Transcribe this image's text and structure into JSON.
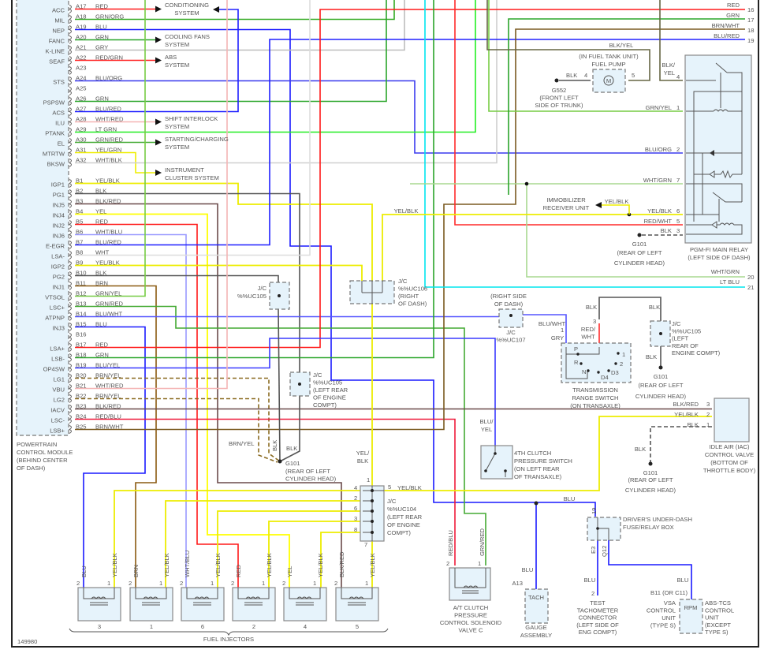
{
  "wire_colors": {
    "RED": "#ff1a1a",
    "GRN/ORG": "#33aa22",
    "BLU": "#1a1aff",
    "GRN": "#2aa52a",
    "GRY": "#bdbdbd",
    "RED/GRN": "#ff2020",
    "BLU/ORG": "#3a3aee",
    "BLU/RED": "#2020ff",
    "WHT/RED": "#f4b4b4",
    "LT GRN": "#22ee22",
    "GRN/RED": "#44aa33",
    "YEL/GRN": "#eeee00",
    "WHT/BLK": "#cfcfcf",
    "YEL/BLK": "#eded00",
    "BLK": "#555555",
    "BLK/RED": "#6a4a4a",
    "YEL": "#ffff00",
    "WHT/BLU": "#9a9aff",
    "WHT": "#dddddd",
    "BRN": "#8a5a10",
    "GRN/YEL": "#77cc44",
    "BLU/WHT": "#5555ff",
    "BRN/YEL": "#8a6a20",
    "BLU/YEL": "#3a3aff",
    "BLK/YEL": "#666644",
    "RED/BLU": "#ee1a3a",
    "BRN/WHT": "#7a5a20",
    "WHT/GRN": "#a8d890",
    "LT BLU": "#00e5ee",
    "RED/WHT": "#ff2a2a"
  },
  "pcm": {
    "pins": [
      {
        "pin": "A17",
        "signal": "ACC",
        "wire": "RED"
      },
      {
        "pin": "A18",
        "signal": "MIL",
        "wire": "GRN/ORG"
      },
      {
        "pin": "A19",
        "signal": "NEP",
        "wire": "BLU"
      },
      {
        "pin": "A20",
        "signal": "FANC",
        "wire": "GRN"
      },
      {
        "pin": "A21",
        "signal": "K-LINE",
        "wire": "GRY"
      },
      {
        "pin": "A22",
        "signal": "SEAF",
        "wire": "RED/GRN"
      },
      {
        "pin": "A23",
        "signal": "",
        "wire": ""
      },
      {
        "pin": "A24",
        "signal": "STS",
        "wire": "BLU/ORG"
      },
      {
        "pin": "A25",
        "signal": "",
        "wire": ""
      },
      {
        "pin": "A26",
        "signal": "PSPSW",
        "wire": "GRN"
      },
      {
        "pin": "A27",
        "signal": "ACS",
        "wire": "BLU/RED"
      },
      {
        "pin": "A28",
        "signal": "ILU",
        "wire": "WHT/RED"
      },
      {
        "pin": "A29",
        "signal": "PTANK",
        "wire": "LT GRN"
      },
      {
        "pin": "A30",
        "signal": "EL",
        "wire": "GRN/RED"
      },
      {
        "pin": "A31",
        "signal": "MTRTW",
        "wire": "YEL/GRN"
      },
      {
        "pin": "A32",
        "signal": "BKSW",
        "wire": "WHT/BLK"
      },
      {
        "pin": "B1",
        "signal": "IGP1",
        "wire": "YEL/BLK"
      },
      {
        "pin": "B2",
        "signal": "PG1",
        "wire": "BLK"
      },
      {
        "pin": "B3",
        "signal": "INJ5",
        "wire": "BLK/RED"
      },
      {
        "pin": "B4",
        "signal": "INJ4",
        "wire": "YEL"
      },
      {
        "pin": "B5",
        "signal": "INJ2",
        "wire": "RED"
      },
      {
        "pin": "B6",
        "signal": "INJ6",
        "wire": "WHT/BLU"
      },
      {
        "pin": "B7",
        "signal": "E-EGR",
        "wire": "BLU/RED"
      },
      {
        "pin": "B8",
        "signal": "LSA-",
        "wire": "WHT"
      },
      {
        "pin": "B9",
        "signal": "IGP2",
        "wire": "YEL/BLK"
      },
      {
        "pin": "B10",
        "signal": "PG2",
        "wire": "BLK"
      },
      {
        "pin": "B11",
        "signal": "INJ1",
        "wire": "BRN"
      },
      {
        "pin": "B12",
        "signal": "VTSOL",
        "wire": "GRN/YEL"
      },
      {
        "pin": "B13",
        "signal": "LSC+",
        "wire": "GRN/RED"
      },
      {
        "pin": "B14",
        "signal": "ATPNP",
        "wire": "BLU/WHT"
      },
      {
        "pin": "B15",
        "signal": "INJ3",
        "wire": "BLU"
      },
      {
        "pin": "B16",
        "signal": "",
        "wire": ""
      },
      {
        "pin": "B17",
        "signal": "LSA+",
        "wire": "RED"
      },
      {
        "pin": "B18",
        "signal": "LSB-",
        "wire": "GRN"
      },
      {
        "pin": "B19",
        "signal": "OP4SW",
        "wire": "BLU/YEL"
      },
      {
        "pin": "B20",
        "signal": "LG1",
        "wire": "BRN/YEL"
      },
      {
        "pin": "B21",
        "signal": "VBU",
        "wire": "WHT/RED"
      },
      {
        "pin": "B22",
        "signal": "LG2",
        "wire": "BRN/YEL"
      },
      {
        "pin": "B23",
        "signal": "IACV",
        "wire": "BLK/RED"
      },
      {
        "pin": "B24",
        "signal": "LSC-",
        "wire": "RED/BLU"
      },
      {
        "pin": "B25",
        "signal": "LSB+",
        "wire": "BRN/WHT"
      }
    ],
    "label": [
      "POWERTRAIN",
      "CONTROL MODULE",
      "(BEHIND CENTER",
      "OF DASH)"
    ]
  },
  "systems": {
    "ac": [
      "CONDITIONING",
      "SYSTEM"
    ],
    "cooling": [
      "COOLING FANS",
      "SYSTEM"
    ],
    "abs": [
      "ABS",
      "SYSTEM"
    ],
    "shift": [
      "SHIFT INTERLOCK",
      "SYSTEM"
    ],
    "starting": [
      "STARTING/CHARGING",
      "SYSTEM"
    ],
    "cluster": [
      "INSTRUMENT",
      "CLUSTER SYSTEM"
    ]
  },
  "continuations": [
    {
      "num": "16",
      "wire": "RED"
    },
    {
      "num": "17",
      "wire": "GRN"
    },
    {
      "num": "18",
      "wire": "BRN/WHT"
    },
    {
      "num": "19",
      "wire": "BLU/RED"
    },
    {
      "num": "20",
      "wire": "WHT/GRN"
    },
    {
      "num": "21",
      "wire": "LT BLU"
    }
  ],
  "fuel_pump": {
    "title": [
      "(IN FUEL TANK UNIT)",
      "FUEL PUMP"
    ],
    "motor": "M",
    "feed_wire": "BLK/YEL",
    "ground_wire": "BLK",
    "pin_ground": "4",
    "pin_feed": "5",
    "ground": [
      "G552",
      "(FRONT LEFT",
      "SIDE OF TRUNK)"
    ]
  },
  "main_relay": {
    "title": [
      "PGM-FI MAIN RELAY",
      "(LEFT SIDE OF DASH)"
    ],
    "pins": [
      {
        "num": "4",
        "wire": [
          "BLK/",
          "YEL"
        ]
      },
      {
        "num": "1",
        "wire": "GRN/YEL"
      },
      {
        "num": "2",
        "wire": "BLU/ORG"
      },
      {
        "num": "7",
        "wire": "WHT/GRN"
      },
      {
        "num": "6",
        "wire": "YEL/BLK"
      },
      {
        "num": "5",
        "wire": "RED/WHT"
      },
      {
        "num": "3",
        "wire": "BLK"
      }
    ]
  },
  "immobilizer": {
    "label": [
      "IMMOBILIZER",
      "RECEIVER UNIT"
    ],
    "wire": "YEL/BLK"
  },
  "g101": {
    "name": "G101",
    "location": [
      "(REAR OF LEFT",
      "CYLINDER HEAD)"
    ]
  },
  "jc106": {
    "wire": "YEL/BLK",
    "label": [
      "J/C",
      "%%UC106",
      "(RIGHT",
      "OF DASH)"
    ],
    "out_wire": [
      "YEL/",
      "BLK"
    ]
  },
  "jc105_a": {
    "label": [
      "J/C",
      "%%UC105"
    ]
  },
  "jc105_b": {
    "label": [
      "J/C",
      "%%UC105",
      "(LEFT REAR",
      "OF ENGINE",
      "COMPT)"
    ]
  },
  "ground_wires": {
    "brn_yel": "BRN/YEL",
    "blk": "BLK"
  },
  "jc104": {
    "label": [
      "J/C",
      "%%UC104",
      "(LEFT REAR",
      "OF ENGINE",
      "COMPT)"
    ],
    "pins_left": [
      "4",
      "2",
      "6",
      "3",
      "8"
    ],
    "pin_top": "1",
    "pin_right": "5",
    "pin_bottom": "7",
    "right_wire": "YEL/BLK"
  },
  "jc107": {
    "location": [
      "(RIGHT SIDE",
      "OF DASH)"
    ],
    "label": [
      "J/C",
      "%%UC107"
    ]
  },
  "trs": {
    "label": [
      "TRANSMISSION",
      "RANGE SWITCH",
      "(ON TRANSAXLE)"
    ],
    "pin1": "1",
    "pin1_wires": [
      "BLU/WHT",
      "GRY"
    ],
    "pin3": "3",
    "pin3_wire": [
      "RED/",
      "WHT"
    ],
    "blk": "BLK",
    "positions": [
      "P",
      "R",
      "N",
      "D4",
      "D3",
      "2",
      "1"
    ]
  },
  "jc105_c": {
    "label": [
      "J/C",
      "%%UC105",
      "(LEFT",
      "REAR OF",
      "ENGINE COMPT)"
    ],
    "wire_top": "BLK",
    "wire_bottom": "BLK"
  },
  "iac": {
    "label": [
      "IDLE AIR (IAC)",
      "CONTROL VALVE",
      "(BOTTOM OF",
      "THROTTLE BODY)"
    ],
    "pins": [
      {
        "num": "3",
        "wire": "BLK/RED"
      },
      {
        "num": "2",
        "wire": "YEL/BLK"
      },
      {
        "num": "1",
        "wire": "BLK"
      }
    ],
    "ground_wire": "BLK"
  },
  "clutch_switch": {
    "label": [
      "4TH CLUTCH",
      "PRESSURE SWITCH",
      "(ON LEFT REAR",
      "OF TRANSAXLE)"
    ],
    "wire": [
      "BLU/",
      "YEL"
    ]
  },
  "tach_bus_wire": "BLU",
  "fuse_box": {
    "label": [
      "DRIVER'S UNDER-DASH",
      "FUSE/RELAY BOX"
    ],
    "pin_in": "19",
    "pin_e3": "E3",
    "pin_q12": "Q12"
  },
  "solenoid": {
    "label": [
      "A/T CLUTCH",
      "PRESSURE",
      "CONTROL SOLENOID",
      "VALVE C"
    ],
    "wire2": "RED/BLU",
    "wire1": "GRN/RED",
    "pin2": "2",
    "pin1": "1"
  },
  "gauge": {
    "wire": "BLU",
    "pin": "A13",
    "inner": "TACH",
    "label": [
      "GAUGE",
      "ASSEMBLY"
    ]
  },
  "test_connector": {
    "wire": "BLU",
    "pin": "2",
    "label": [
      "TEST",
      "TACHOMETER",
      "CONNECTOR",
      "(LEFT SIDE OF",
      "ENG COMPT)"
    ]
  },
  "vsa": {
    "wire": "BLU",
    "pin": "B11 (OR C11)",
    "inner": "RPM",
    "left_label": [
      "VSA",
      "CONTROL",
      "UNIT",
      "(TYPE S)"
    ],
    "right_label": [
      "ABS-TCS",
      "CONTROL",
      "UNIT",
      "(EXCEPT",
      "TYPE S)"
    ]
  },
  "injectors": {
    "title": "FUEL INJECTORS",
    "items": [
      {
        "num": "3",
        "wire2": "BLU",
        "wire1": "YEL/BLK"
      },
      {
        "num": "1",
        "wire2": "BRN",
        "wire1": "YEL/BLK"
      },
      {
        "num": "6",
        "wire2": "WHT/BLU",
        "wire1": "YEL/BLK"
      },
      {
        "num": "2",
        "wire2": "RED",
        "wire1": "YEL/BLK"
      },
      {
        "num": "4",
        "wire2": "YEL",
        "wire1": "YEL/BLK"
      },
      {
        "num": "5",
        "wire2": "BLK/RED",
        "wire1": "YEL/BLK"
      }
    ],
    "pin2": "2",
    "pin1": "1"
  },
  "figure_id": "149980"
}
